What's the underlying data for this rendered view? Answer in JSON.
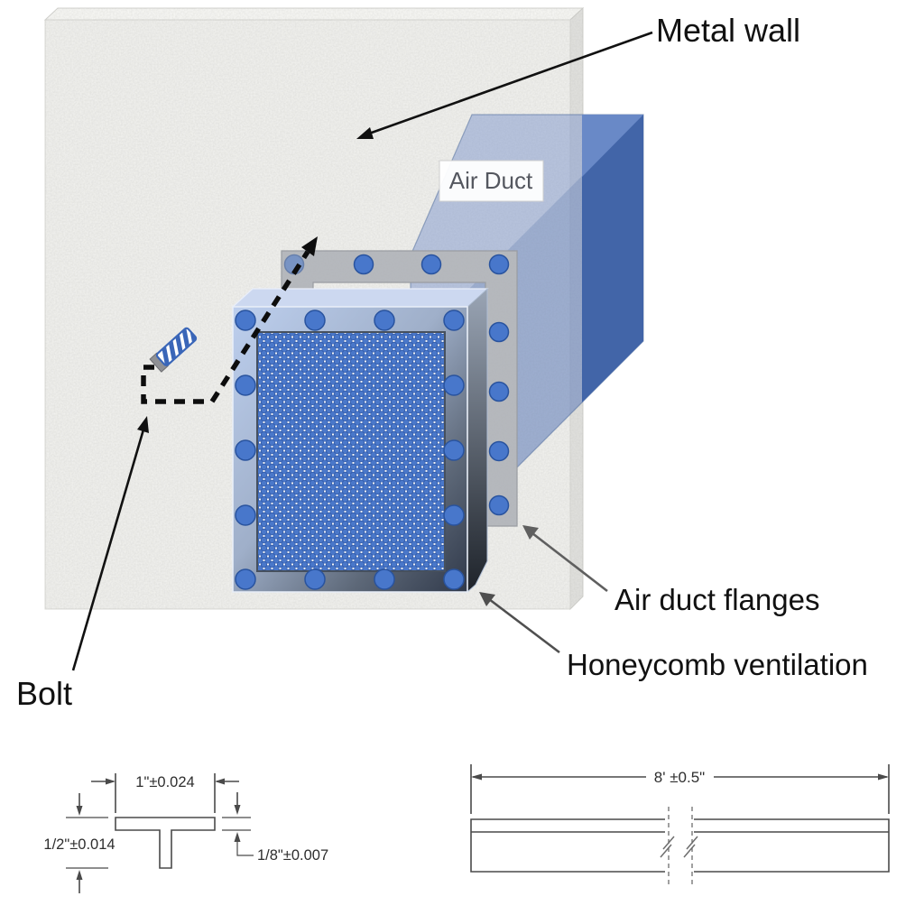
{
  "figure": {
    "labels": {
      "metal_wall": "Metal wall",
      "air_duct": "Air Duct",
      "bolt": "Bolt",
      "air_duct_flanges": "Air duct flanges",
      "honeycomb_ventilation": "Honeycomb ventilation"
    },
    "colors": {
      "duct_dark": "#3a5fa5",
      "duct_light": "#6b8bc8",
      "duct_translucent": "#7d96cc",
      "flange_gray": "#b6b9bf",
      "panel_frame_light": "#b9cced",
      "panel_frame_dark": "#323a45",
      "bolt_dot_blue": "#4877cb",
      "mesh_blue": "#4a78ca"
    },
    "drawings": {
      "t_section": {
        "width": "1\"±0.024",
        "height": "1/2\"±0.014",
        "flange_thickness": "1/8\"±0.007"
      },
      "bar": {
        "length": "8' ±0.5\""
      }
    }
  }
}
